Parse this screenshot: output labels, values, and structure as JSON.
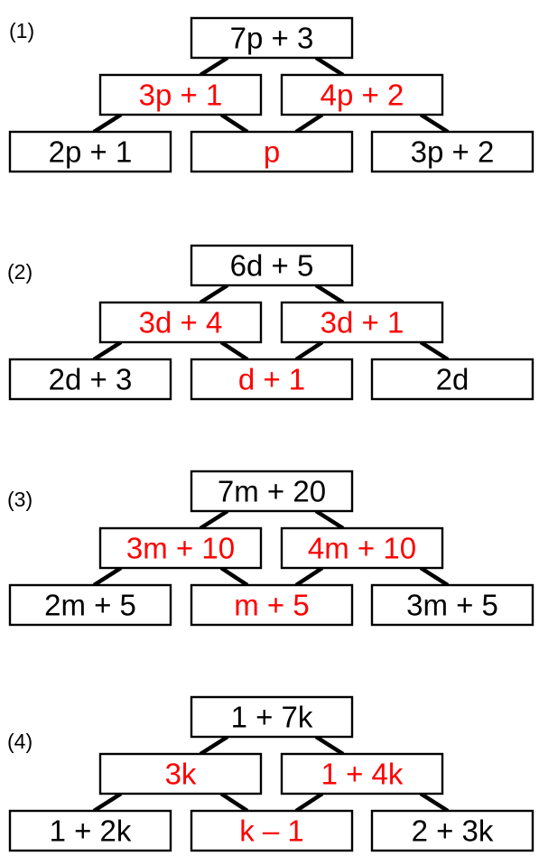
{
  "colors": {
    "given": "#000000",
    "answer": "#ff0000"
  },
  "pyramids": [
    {
      "label": "(1)",
      "top": {
        "text": "7p + 3",
        "color": "given"
      },
      "middle": [
        {
          "text": "3p + 1",
          "color": "answer"
        },
        {
          "text": "4p + 2",
          "color": "answer"
        }
      ],
      "bottom": [
        {
          "text": "2p + 1",
          "color": "given"
        },
        {
          "text": "p",
          "color": "answer"
        },
        {
          "text": "3p + 2",
          "color": "given"
        }
      ]
    },
    {
      "label": "(2)",
      "top": {
        "text": "6d + 5",
        "color": "given"
      },
      "middle": [
        {
          "text": "3d + 4",
          "color": "answer"
        },
        {
          "text": "3d + 1",
          "color": "answer"
        }
      ],
      "bottom": [
        {
          "text": "2d + 3",
          "color": "given"
        },
        {
          "text": "d + 1",
          "color": "answer"
        },
        {
          "text": "2d",
          "color": "given"
        }
      ]
    },
    {
      "label": "(3)",
      "top": {
        "text": "7m + 20",
        "color": "given"
      },
      "middle": [
        {
          "text": "3m + 10",
          "color": "answer"
        },
        {
          "text": "4m + 10",
          "color": "answer"
        }
      ],
      "bottom": [
        {
          "text": "2m + 5",
          "color": "given"
        },
        {
          "text": "m + 5",
          "color": "answer"
        },
        {
          "text": "3m + 5",
          "color": "given"
        }
      ]
    },
    {
      "label": "(4)",
      "top": {
        "text": "1 + 7k",
        "color": "given"
      },
      "middle": [
        {
          "text": "3k",
          "color": "answer"
        },
        {
          "text": "1 + 4k",
          "color": "answer"
        }
      ],
      "bottom": [
        {
          "text": "1 + 2k",
          "color": "given"
        },
        {
          "text": "k – 1",
          "color": "answer"
        },
        {
          "text": "2 + 3k",
          "color": "given"
        }
      ]
    }
  ]
}
